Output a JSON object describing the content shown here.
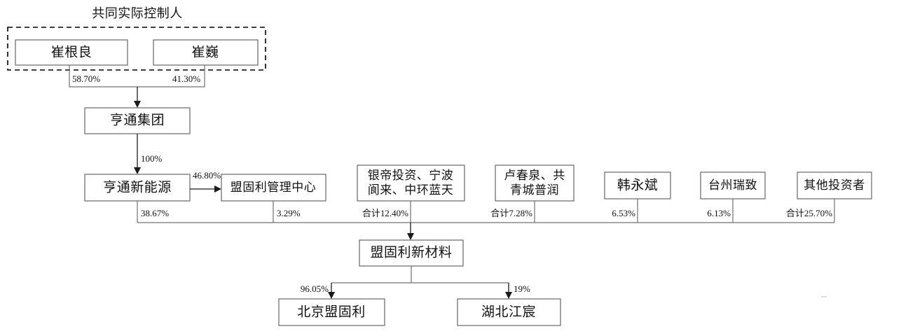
{
  "diagram": {
    "title": "共同实际控制人",
    "type": "ownership-structure-chart",
    "controllers": [
      {
        "id": "cui-genliang",
        "label": "崔根良",
        "stake_to_hengtong_group": "58.70%"
      },
      {
        "id": "cui-wei",
        "label": "崔巍",
        "stake_to_hengtong_group": "41.30%"
      }
    ],
    "entities": {
      "hengtong_group": {
        "label": "亨通集团"
      },
      "hengtong_new_energy": {
        "label": "亨通新能源"
      },
      "mgl_management_center": {
        "label": "盟固利管理中心"
      },
      "mgl_new_materials": {
        "label": "盟固利新材料"
      },
      "beijing_mgl": {
        "label": "北京盟固利"
      },
      "hubei_jiangchen": {
        "label": "湖北江宸"
      }
    },
    "investors": [
      {
        "id": "yindi-ningbo-zhonghuan",
        "label_line1": "银帝投资、宁波",
        "label_line2": "阆来、中环蓝天",
        "stake": "合计12.40%"
      },
      {
        "id": "lu-chunquan-gongqingcheng",
        "label_line1": "卢春泉、共",
        "label_line2": "青城普润",
        "stake": "合计7.28%"
      },
      {
        "id": "han-yongbin",
        "label_line1": "韩永斌",
        "label_line2": "",
        "stake": "6.53%"
      },
      {
        "id": "taizhou-ruizhi",
        "label_line1": "台州瑞致",
        "label_line2": "",
        "stake": "6.13%"
      },
      {
        "id": "other-investors",
        "label_line1": "其他投资者",
        "label_line2": "",
        "stake": "合计25.70%"
      }
    ],
    "edges": {
      "group_to_new_energy": "100%",
      "new_energy_to_management_center": "46.80%",
      "new_energy_to_new_materials": "38.67%",
      "management_center_to_new_materials": "3.29%",
      "new_materials_to_beijing_mgl": "96.05%",
      "new_materials_to_hubei_jiangchen": "19%"
    },
    "colors": {
      "box_stroke": "#666666",
      "connector": "#707070",
      "text": "#111111",
      "background": "#ffffff"
    }
  }
}
